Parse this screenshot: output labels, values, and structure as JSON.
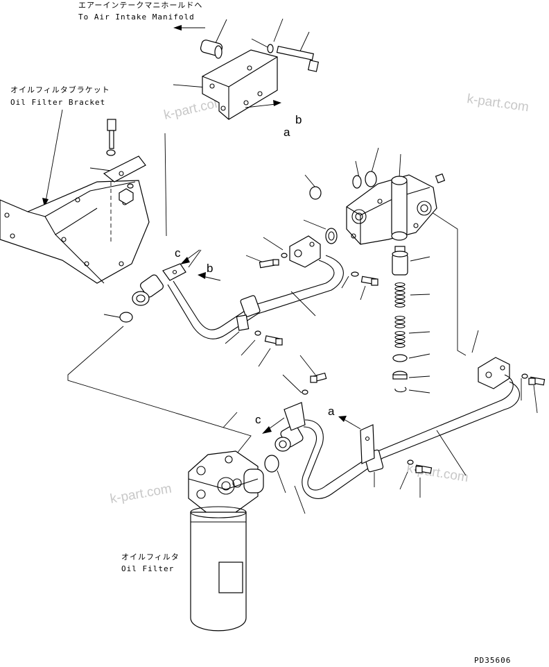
{
  "labels": {
    "air_intake_jp": "エアーインテークマニホールドヘ",
    "air_intake_en": "To Air Intake Manifold",
    "oil_filter_bracket_jp": "オイルフィルタブラケット",
    "oil_filter_bracket_en": "Oil Filter Bracket",
    "oil_filter_jp": "オイルフィルタ",
    "oil_filter_en": "Oil Filter"
  },
  "connection_letters": {
    "a_upper": "a",
    "b_upper": "b",
    "c_left": "c",
    "b_left": "b",
    "c_lower": "c",
    "a_lower": "a"
  },
  "watermarks": [
    "k-part.com",
    "k-part.com",
    "k-part.com",
    "k-part.com"
  ],
  "drawing_number": "PD35606"
}
